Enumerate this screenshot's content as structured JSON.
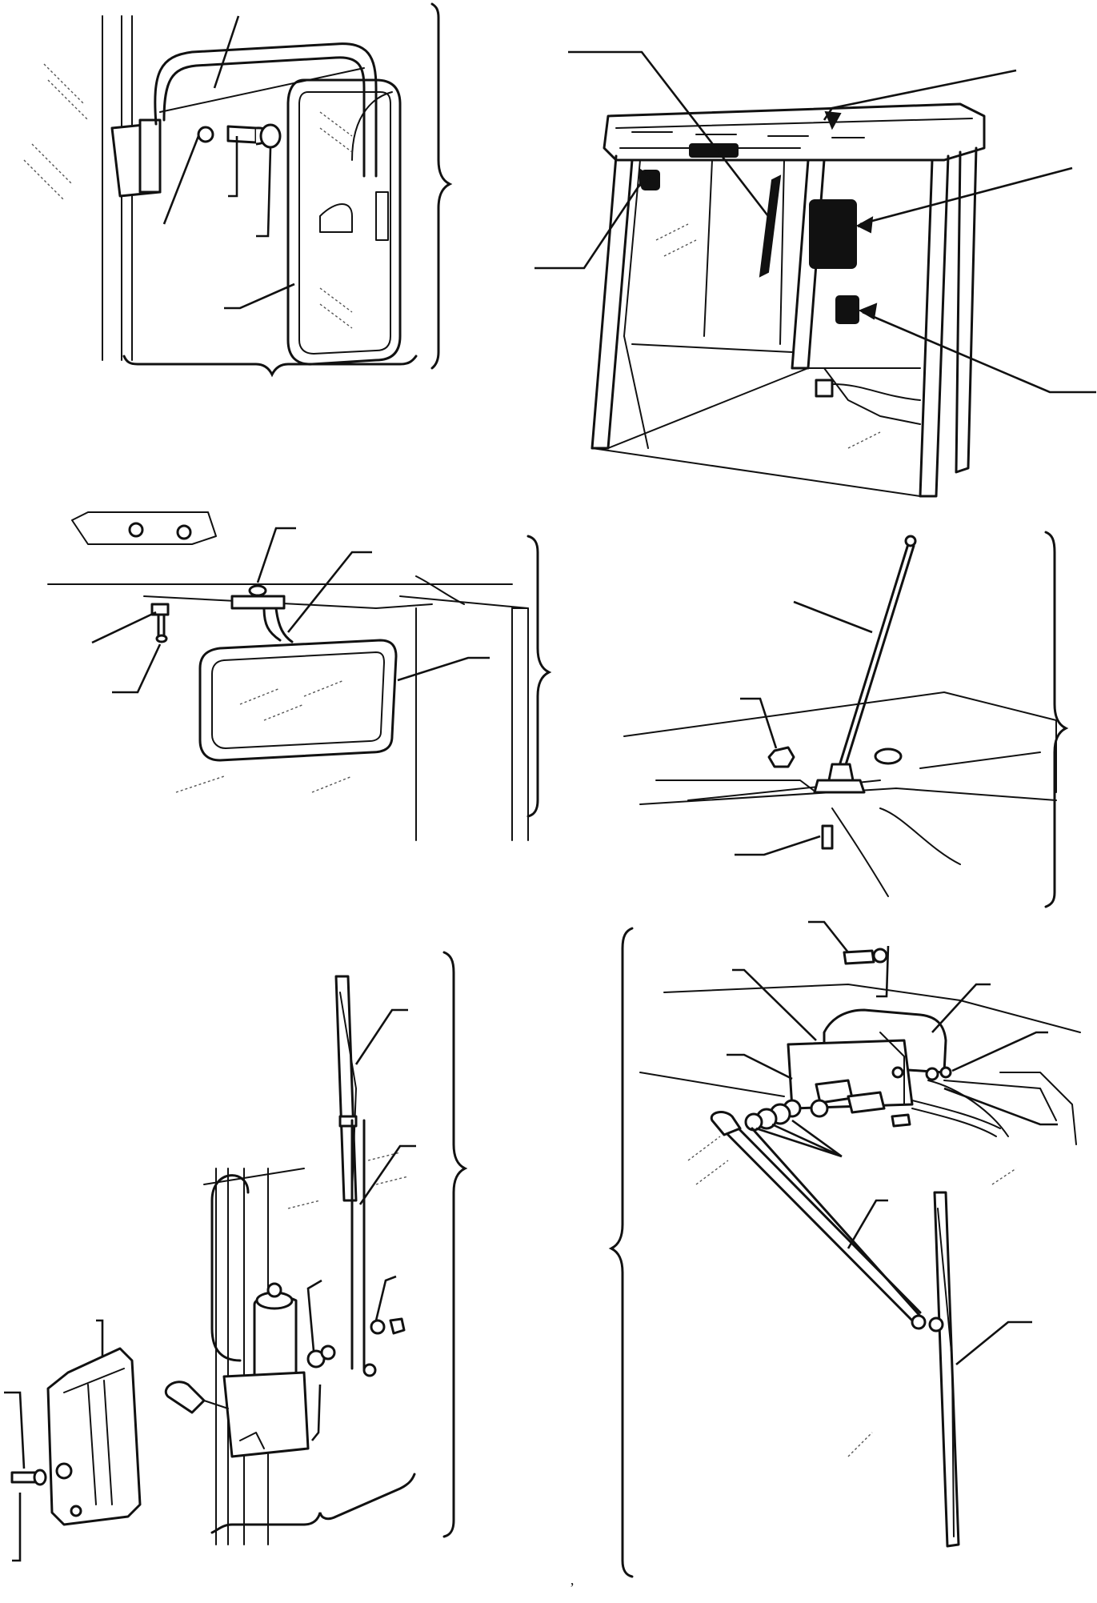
{
  "figure": {
    "description_free": true,
    "panels": [
      {
        "id": "exterior-mirror",
        "callouts": 5
      },
      {
        "id": "cab-overview",
        "callouts": 5
      },
      {
        "id": "interior-mirror",
        "callouts": 4
      },
      {
        "id": "antenna",
        "callouts": 3
      },
      {
        "id": "rear-wiper",
        "callouts": 7
      },
      {
        "id": "front-wiper",
        "callouts": 8
      }
    ],
    "footer_mark": "’"
  }
}
